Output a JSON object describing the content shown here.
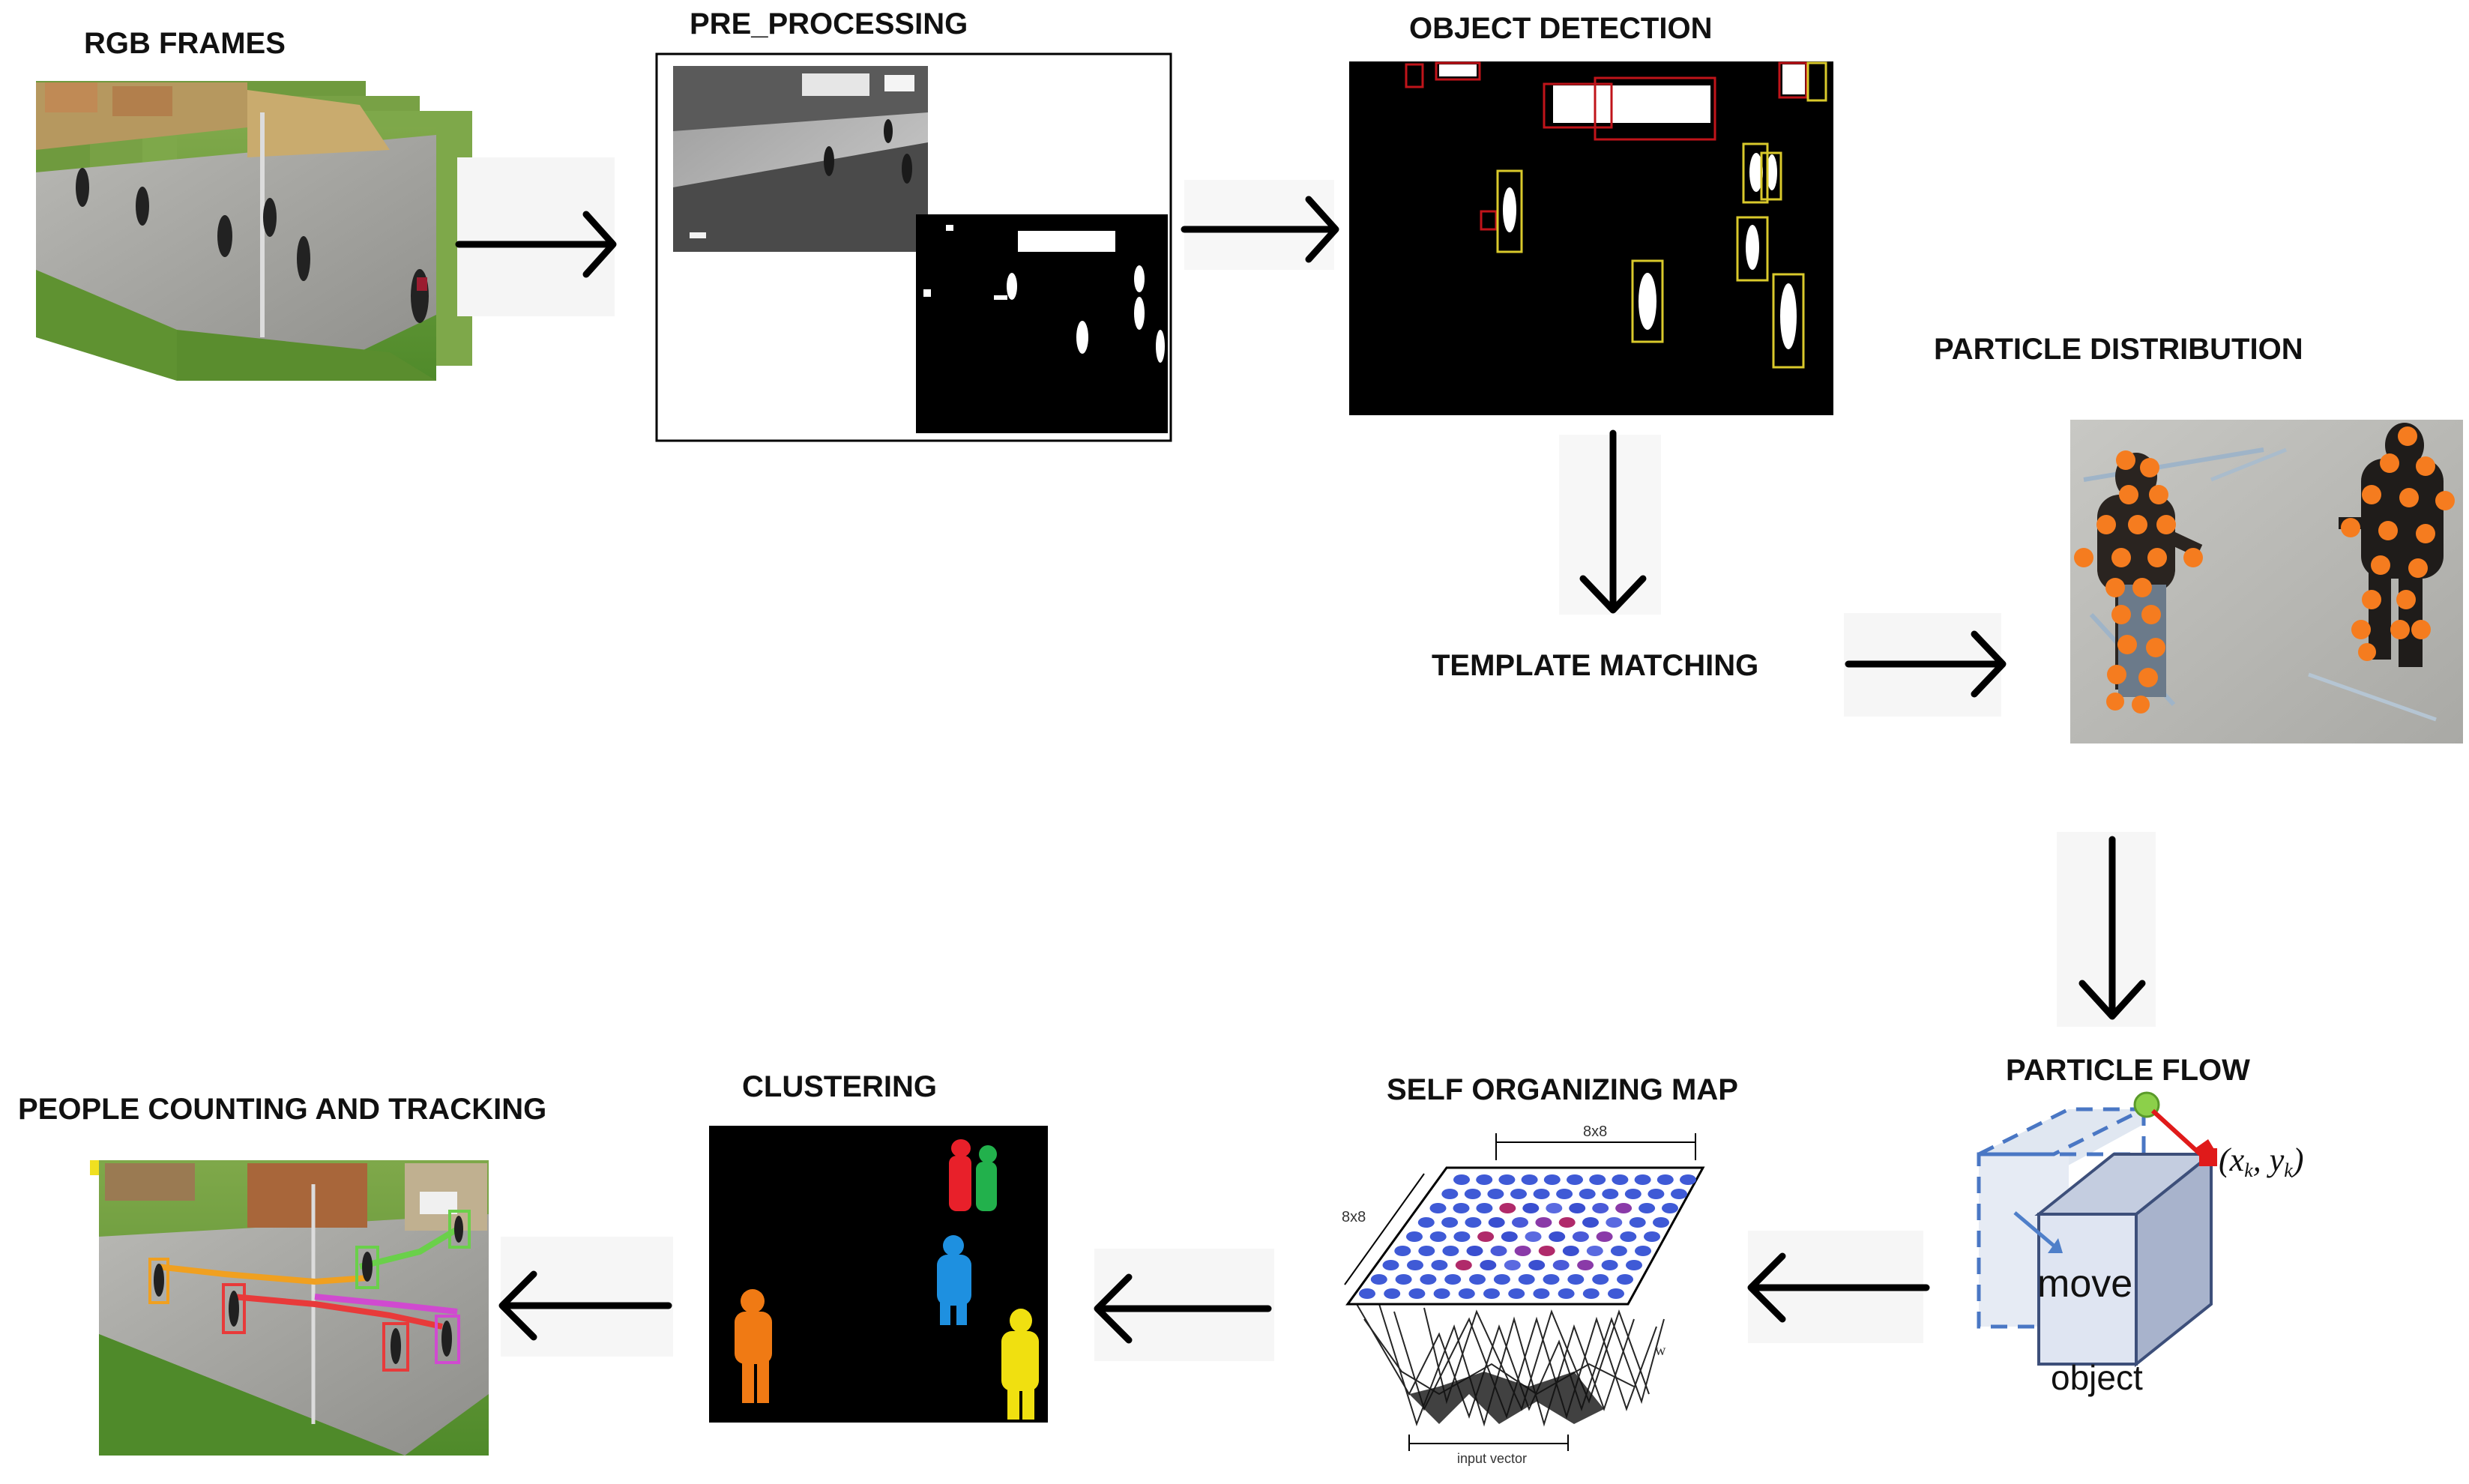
{
  "labels": {
    "rgb_frames": "RGB FRAMES",
    "pre_processing": "PRE_PROCESSING",
    "object_detection": "OBJECT DETECTION",
    "particle_distribution": "PARTICLE DISTRIBUTION",
    "template_matching": "TEMPLATE MATCHING",
    "particle_flow": "PARTICLE FLOW",
    "self_organizing_map": "SELF ORGANIZING MAP",
    "clustering": "CLUSTERING",
    "people_counting": "PEOPLE COUNTING AND TRACKING"
  },
  "particle_flow_figure": {
    "move": "move",
    "object": "object",
    "coord": "(x",
    "coord_sub1": "k",
    "coord_mid": ", y",
    "coord_sub2": "k",
    "coord_end": ")"
  },
  "som_figure": {
    "top_dim": "8x8",
    "side_dim": "8x8",
    "side_w": "w",
    "input": "input vector"
  },
  "colors": {
    "arrow": "#000000",
    "particle": "#f57c1f",
    "detect_box_red": "#c0141a",
    "detect_box_yellow": "#d9c92b",
    "cluster_red": "#e8202a",
    "cluster_green": "#22b14c",
    "cluster_blue": "#1e90e0",
    "cluster_orange": "#f07a14",
    "cluster_yellow": "#f0e010"
  }
}
